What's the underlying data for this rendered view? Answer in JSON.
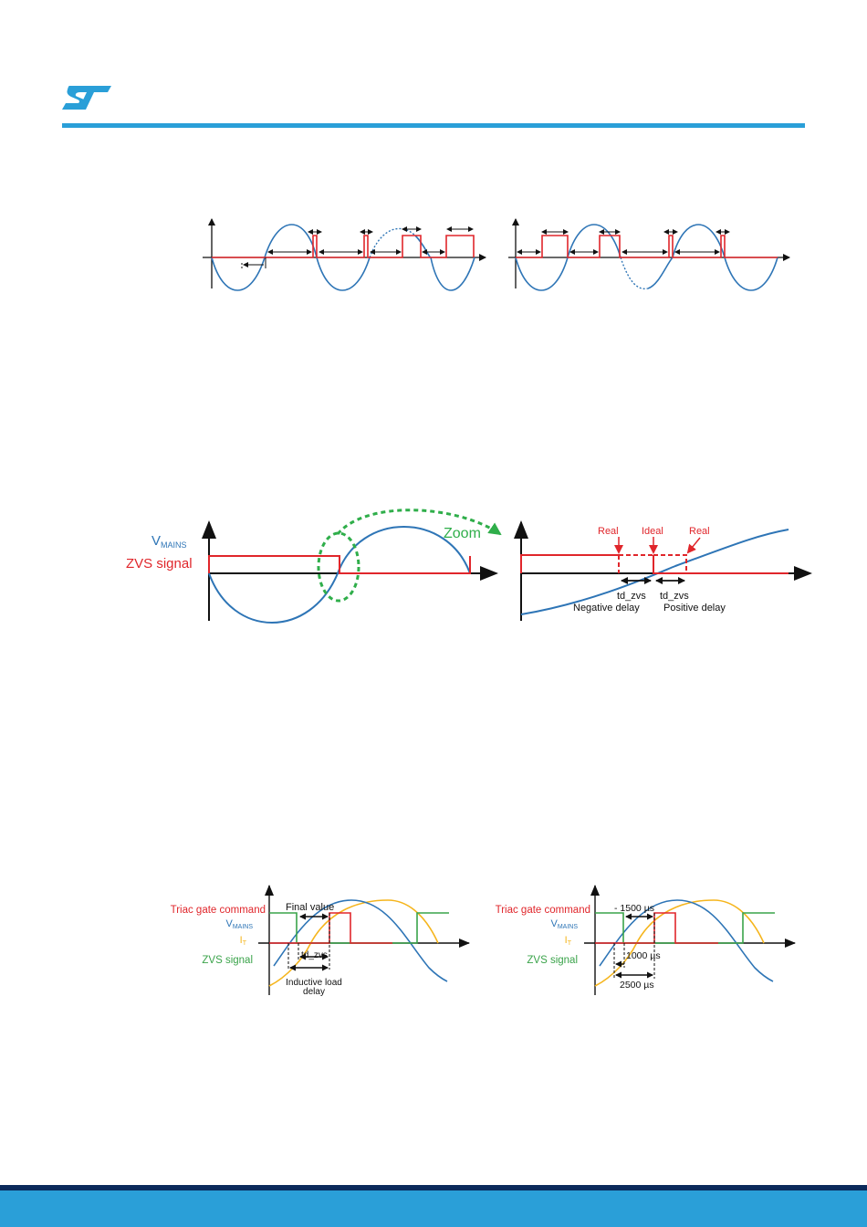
{
  "colors": {
    "brand_blue": "#2a9fd8",
    "brand_dark": "#0b2a5b",
    "mains": "#2e75b6",
    "zvs_red": "#e0262b",
    "gate_red": "#e0262b",
    "zvs_green": "#3aa34a",
    "current_yellow": "#f5b51d",
    "zoom_green": "#2fae4a"
  },
  "header": {
    "logo": "ST"
  },
  "figure2": {
    "vmains_label": "V",
    "vmains_sub": "MAINS",
    "zvs_label": "ZVS signal",
    "zoom_label": "Zoom",
    "real_left": "Real",
    "ideal": "Ideal",
    "real_right": "Real",
    "td_left": "td_zvs",
    "td_right": "td_zvs",
    "negative_delay": "Negative delay",
    "positive_delay": "Positive delay"
  },
  "figure3": {
    "left": {
      "triac_label": "Triac gate command",
      "vmains_label": "V",
      "vmains_sub": "MAINS",
      "it_label": "I",
      "it_sub": "T",
      "zvs_label": "ZVS signal",
      "final_value": "Final value",
      "td_zvs": "td_zvs",
      "inductive_1": "Inductive load",
      "inductive_2": "delay"
    },
    "right": {
      "triac_label": "Triac gate command",
      "vmains_label": "V",
      "vmains_sub": "MAINS",
      "it_label": "I",
      "it_sub": "T",
      "zvs_label": "ZVS signal",
      "v1500": "- 1500 µs",
      "v1000": "1000 µs",
      "v2500": "2500 µs"
    }
  }
}
